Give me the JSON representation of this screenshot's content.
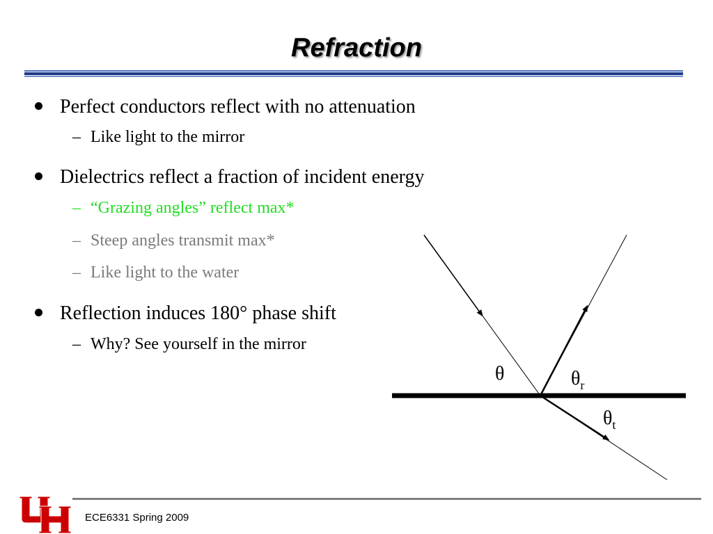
{
  "slide": {
    "title": "Refraction",
    "bullets": [
      {
        "text": "Perfect conductors reflect with no attenuation",
        "subs": [
          {
            "text": "Like light to the mirror",
            "color": "#000000"
          }
        ]
      },
      {
        "text": "Dielectrics reflect a fraction of incident energy",
        "subs": [
          {
            "text": "“Grazing angles” reflect max*",
            "color": "#22dd22"
          },
          {
            "text": "Steep angles transmit max*",
            "color": "#7a7a7a"
          },
          {
            "text": "Like light to the water",
            "color": "#7a7a7a"
          }
        ]
      },
      {
        "text": "Reflection induces 180° phase shift",
        "subs": [
          {
            "text": "Why? See yourself in the mirror",
            "color": "#000000"
          }
        ]
      }
    ],
    "diagram": {
      "labels": {
        "incident": "θ",
        "reflected_base": "θ",
        "reflected_sub": "r",
        "transmitted_base": "θ",
        "transmitted_sub": "t"
      }
    },
    "footer": {
      "course": "ECE6331 Spring 2009"
    },
    "logo": {
      "name": "university-logo",
      "color": "#cc0000",
      "lettering": "UH"
    },
    "colors": {
      "title_rule": "#1f3a8a",
      "accent": "#cc0000"
    }
  }
}
